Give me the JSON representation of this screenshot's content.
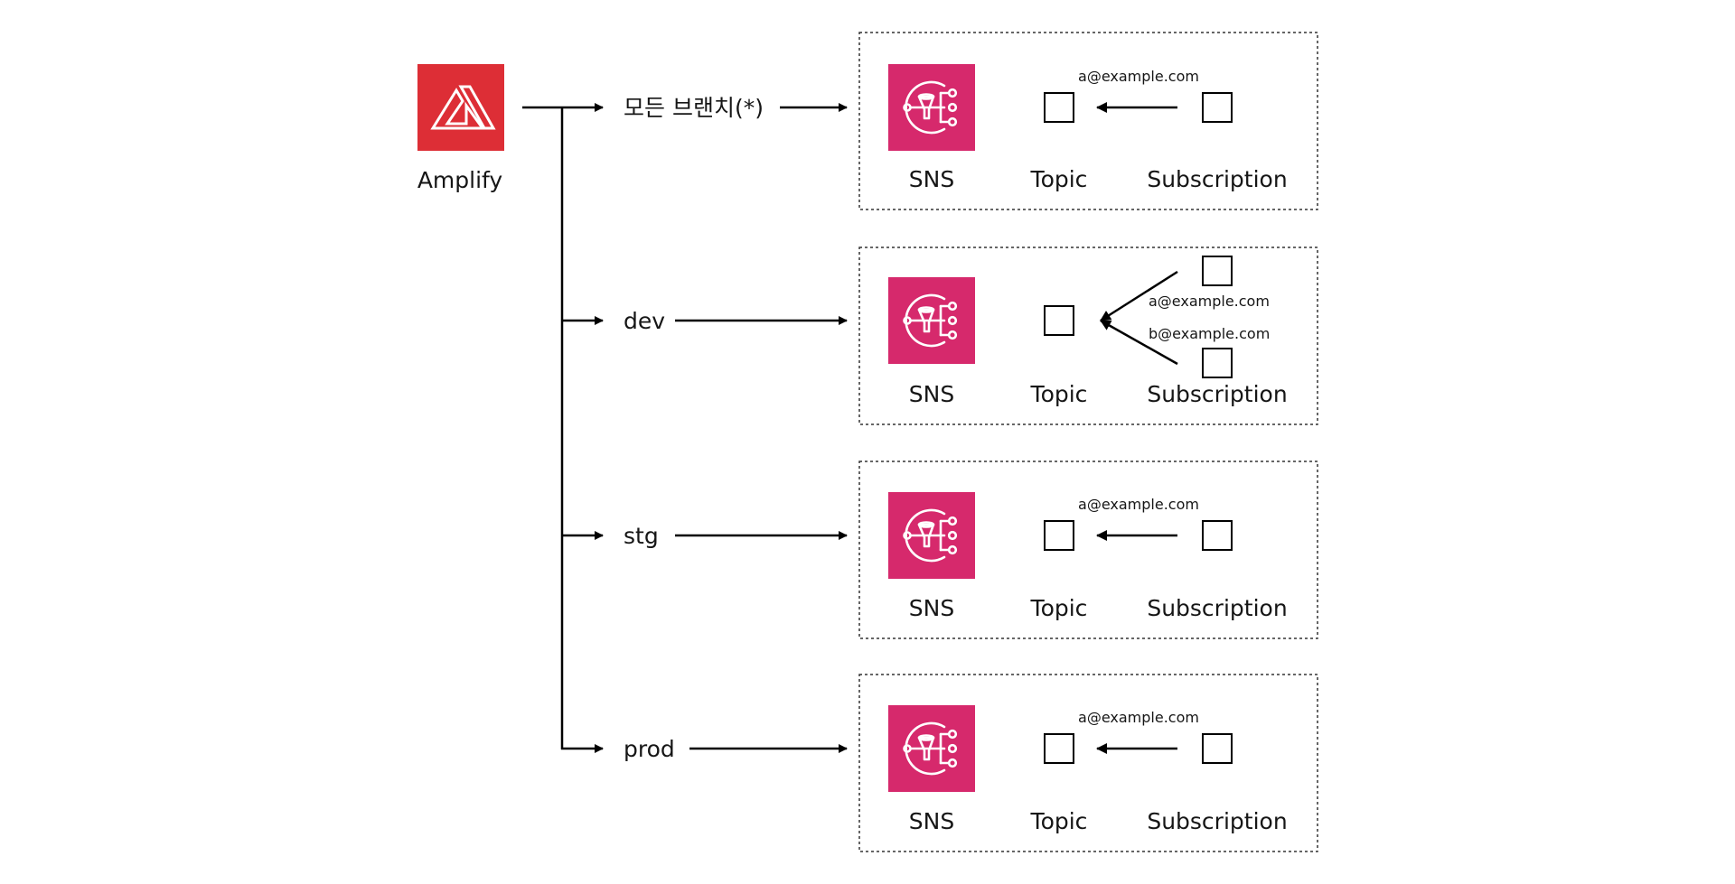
{
  "source": {
    "icon": "amplify-icon",
    "label": "Amplify",
    "color": "#DD2E36"
  },
  "branches": [
    {
      "label": "모든 브랜치(*)",
      "sns_label": "SNS",
      "topic_label": "Topic",
      "subscription_label": "Subscription",
      "subscriptions": [
        "a@example.com"
      ]
    },
    {
      "label": "dev",
      "sns_label": "SNS",
      "topic_label": "Topic",
      "subscription_label": "Subscription",
      "subscriptions": [
        "a@example.com",
        "b@example.com"
      ]
    },
    {
      "label": "stg",
      "sns_label": "SNS",
      "topic_label": "Topic",
      "subscription_label": "Subscription",
      "subscriptions": [
        "a@example.com"
      ]
    },
    {
      "label": "prod",
      "sns_label": "SNS",
      "topic_label": "Topic",
      "subscription_label": "Subscription",
      "subscriptions": [
        "a@example.com"
      ]
    }
  ],
  "sns_icon": {
    "icon": "sns-icon",
    "color": "#D6296C"
  }
}
